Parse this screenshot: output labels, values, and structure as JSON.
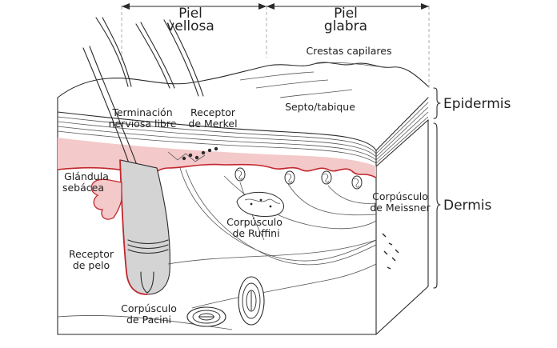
{
  "header": {
    "hairy_skin_line1": "Piel",
    "hairy_skin_line2": "vellosa",
    "glabrous_skin_line1": "Piel",
    "glabrous_skin_line2": "glabra"
  },
  "labels": {
    "papillary_ridges": "Crestas capilares",
    "septum": "Septo/tabique",
    "free_nerve_ending_line1": "Terminación",
    "free_nerve_ending_line2": "nerviosa libre",
    "merkel_line1": "Receptor",
    "merkel_line2": "de Merkel",
    "sebaceous_line1": "Glándula",
    "sebaceous_line2": "sebácea",
    "meissner_line1": "Corpúsculo",
    "meissner_line2": "de Meissner",
    "ruffini_line1": "Corpúsculo",
    "ruffini_line2": "de Ruffini",
    "hair_receptor_line1": "Receptor",
    "hair_receptor_line2": "de pelo",
    "pacini_line1": "Corpúsculo",
    "pacini_line2": "de Pacini"
  },
  "layers": {
    "epidermis": "Epidermis",
    "dermis": "Dermis"
  },
  "colors": {
    "dermal_papillae_fill": "#f4c9c9",
    "basal_line": "#c0272d",
    "hair_follicle_fill": "#d4d4d4",
    "ink": "#2a2a2a"
  }
}
